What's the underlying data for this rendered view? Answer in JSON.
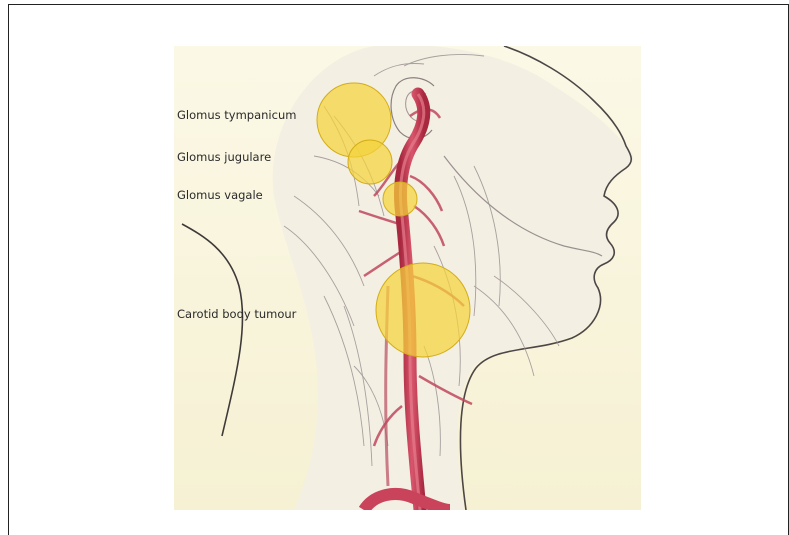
{
  "labels": {
    "glomus_tympanicum": "Glomus tympanicum",
    "glomus_jugulare": "Glomus jugulare",
    "glomus_vagale": "Glomus vagale",
    "carotid_body_tumour": "Carotid body tumour"
  },
  "colors": {
    "background": "#f9f6df",
    "artery": "#c9435a",
    "tumour_fill": "#f5d23c",
    "outline": "#555555"
  }
}
